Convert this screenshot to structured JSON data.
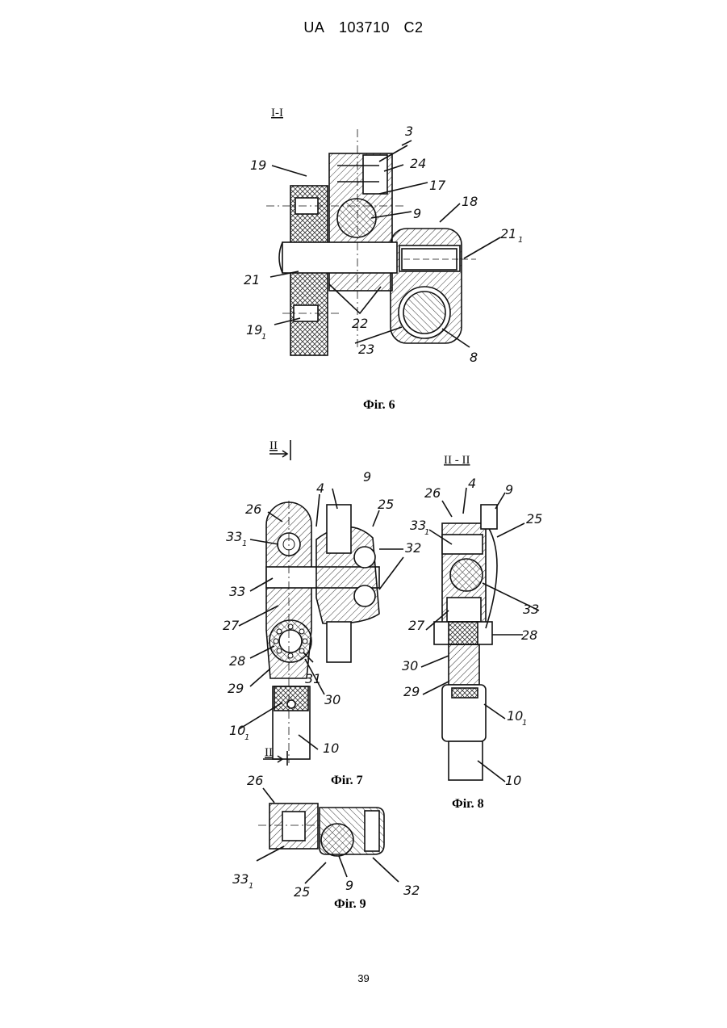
{
  "header": {
    "country": "UA",
    "number": "103710",
    "kind": "C2"
  },
  "figures": {
    "fig6": {
      "caption": "Фіг. 6",
      "section": "I-I",
      "labels": {
        "l3": "3",
        "l19": "19",
        "l24": "24",
        "l17": "17",
        "l18": "18",
        "l9": "9",
        "l21_1": "21",
        "l21_1_sub": "1",
        "l21": "21",
        "l19_1": "19",
        "l19_1_sub": "1",
        "l22": "22",
        "l23": "23",
        "l8": "8"
      }
    },
    "fig7": {
      "caption": "Фіг. 7",
      "section": "II",
      "labels": {
        "l26": "26",
        "l4": "4",
        "l9": "9",
        "l25": "25",
        "l33_1": "33",
        "l33_1_sub": "1",
        "l32": "32",
        "l33": "33",
        "l27": "27",
        "l28": "28",
        "l31": "31",
        "l30": "30",
        "l29": "29",
        "l10_1": "10",
        "l10_1_sub": "1",
        "l10": "10",
        "sec_bottom": "II"
      }
    },
    "fig8": {
      "caption": "Фіг. 8",
      "section": "II - II",
      "labels": {
        "l26": "26",
        "l4": "4",
        "l9": "9",
        "l25": "25",
        "l33_1": "33",
        "l33_1_sub": "1",
        "l33": "33",
        "l27": "27",
        "l28": "28",
        "l30": "30",
        "l29": "29",
        "l10_1": "10",
        "l10_1_sub": "1",
        "l10": "10"
      }
    },
    "fig9": {
      "caption": "Фіг. 9",
      "labels": {
        "l26": "26",
        "l33_1": "33",
        "l33_1_sub": "1",
        "l25": "25",
        "l9": "9",
        "l32": "32"
      }
    }
  },
  "page_number": "39"
}
